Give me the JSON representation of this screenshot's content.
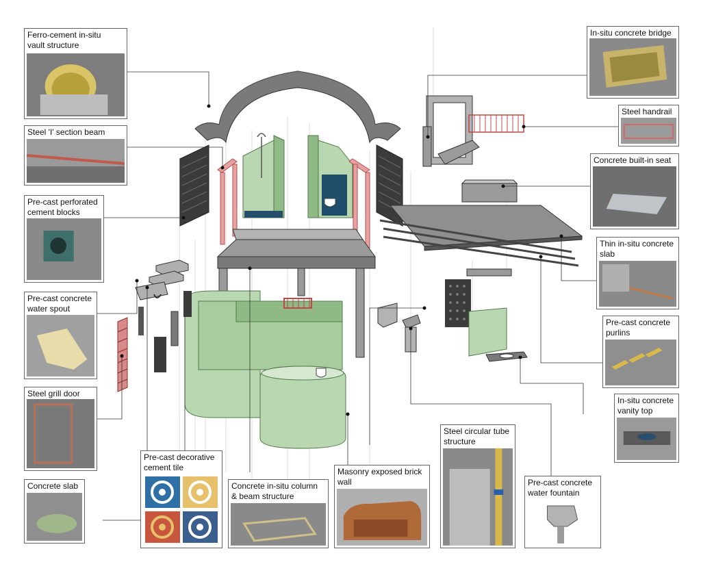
{
  "labels": {
    "ferro_vault": "Ferro-cement in-situ\nvault structure",
    "steel_beam": "Steel 'I' section beam",
    "perforated_blocks": "Pre-cast perforated\ncement blocks",
    "water_spout": "Pre-cast concrete\nwater spout",
    "grill_door": "Steel grill door",
    "concrete_slab": "Concrete slab",
    "decorative_tile": "Pre-cast decorative\ncement tile",
    "column_beam": "Concrete in-situ column\n& beam structure",
    "brick_wall": "Masonry exposed brick\nwall",
    "circular_tube": "Steel circular tube\nstructure",
    "water_fountain": "Pre-cast concrete\nwater fountain",
    "vanity_top": "In-situ concrete\nvanity top",
    "purlins": "Pre-cast concrete\npurlins",
    "thin_slab": "Thin in-situ concrete\nslab",
    "builtin_seat": "Concrete built-in seat",
    "handrail": "Steel handrail",
    "bridge": "In-situ concrete bridge"
  },
  "colors": {
    "green": "#b9d7b0",
    "green_dark": "#6e9b64",
    "concrete": "#9a9a9a",
    "concrete_dark": "#5b5b5b",
    "red_steel": "#e8a0a0",
    "blue_tile": "#2e6fa6",
    "yellow_tile": "#e6c06a",
    "red_tile": "#c8563e"
  }
}
